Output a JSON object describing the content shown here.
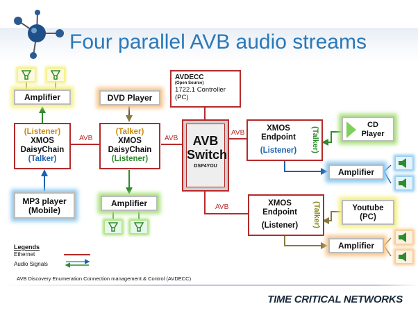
{
  "title": "Four parallel AVB audio streams",
  "amp_top": "Amplifier",
  "left_node": {
    "role1": "(Listener)",
    "line1": "XMOS",
    "line2": "DaisyChain",
    "role2": "(Talker)"
  },
  "mp3": {
    "line1": "MP3 player",
    "line2": "(Mobile)"
  },
  "dvd": "DVD Player",
  "mid_node": {
    "role1": "(Talker)",
    "line1": "XMOS",
    "line2": "DaisyChain",
    "role2": "(Listener)"
  },
  "amp_bottom": "Amplifier",
  "avdecc": {
    "line1": "AVDECC",
    "line2": "(Open Source)",
    "line3": "1722.1 Controller",
    "line4": "(PC)"
  },
  "switch": {
    "line1": "AVB",
    "line2": "Switch",
    "line3": "DSP4YOU"
  },
  "ep1": {
    "line1": "XMOS",
    "line2": "Endpoint",
    "listener": "(Listener)",
    "talker": "(Talker)"
  },
  "cd": {
    "line1": "CD",
    "line2": "Player"
  },
  "amp_r1": "Amplifier",
  "ep2": {
    "line1": "XMOS",
    "line2": "Endpoint",
    "listener": "(Listener)",
    "talker": "(Talker)"
  },
  "youtube": {
    "line1": "Youtube",
    "line2": "(PC)"
  },
  "amp_r2": "Amplifier",
  "avb_labels": [
    "AVB",
    "AVB",
    "AVB",
    "AVB"
  ],
  "legend": {
    "title": "Legends",
    "ethernet": "Ethernet",
    "audio": "Audio Signals"
  },
  "footnote": "AVB Discovery Enumeration Connection management & Control (AVDECC)",
  "brand": "TIME CRITICAL NETWORKS",
  "colors": {
    "ethernet": "#b52a2a",
    "audio_blue": "#1b62b0",
    "audio_green": "#2e8b2e",
    "title": "#2a78b8"
  }
}
